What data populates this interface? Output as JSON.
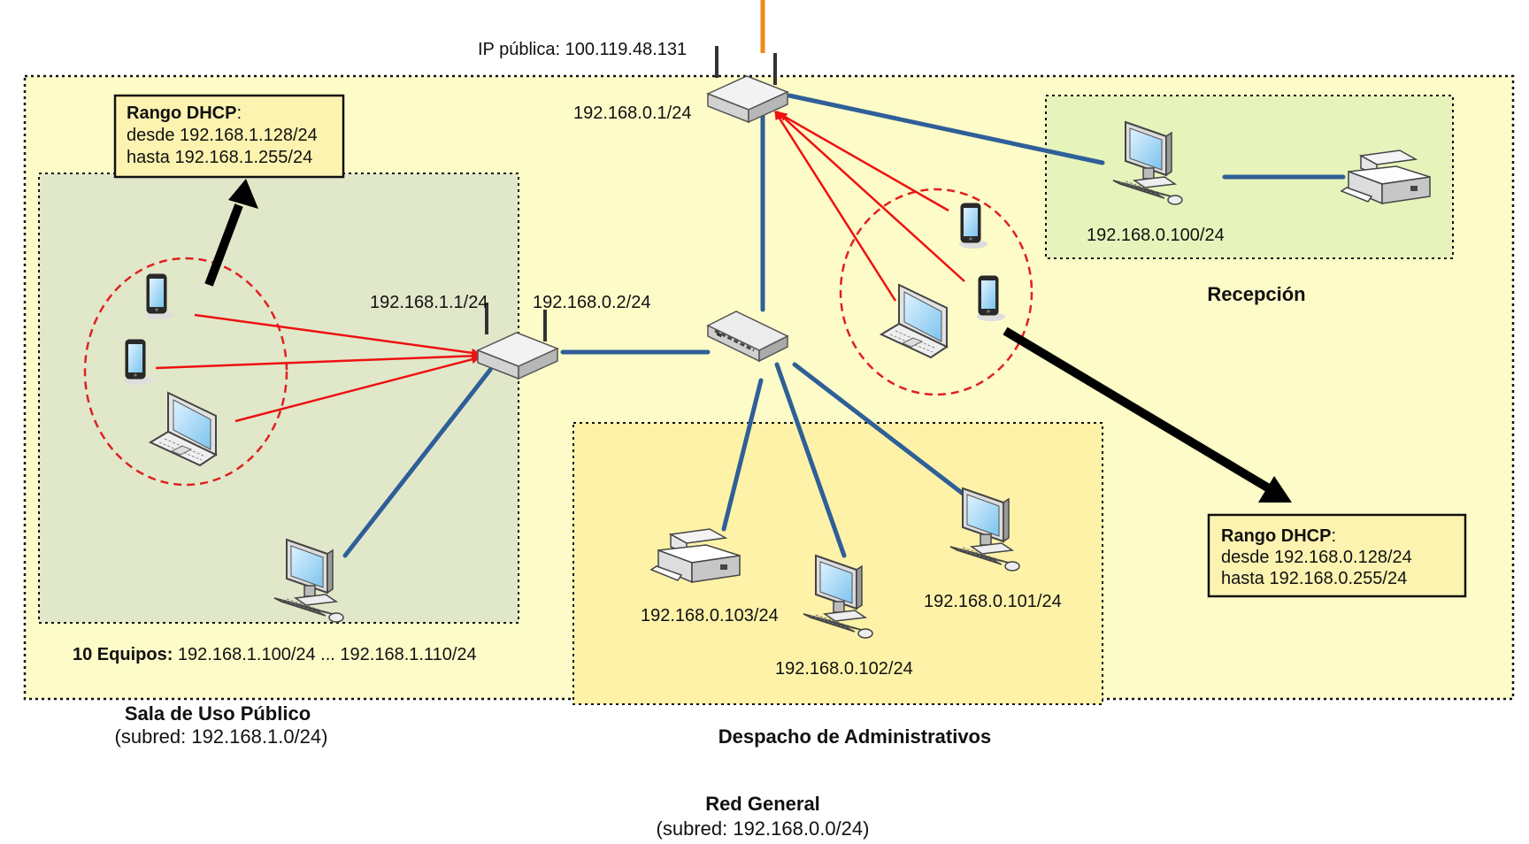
{
  "general": {
    "title": "Red General",
    "subnet": "(subred: 192.168.0.0/24)"
  },
  "main_router": {
    "public_ip": "IP pública: 100.119.48.131",
    "lan_ip": "192.168.0.1/24"
  },
  "public_room": {
    "title": "Sala de Uso Público",
    "subnet": "(subred: 192.168.1.0/24)",
    "router_lan_ip": "192.168.1.1/24",
    "router_wan_ip": "192.168.0.2/24",
    "equipment_prefix": "10 Equipos:",
    "equipment_range": " 192.168.1.100/24 ... 192.168.1.110/24",
    "dhcp": {
      "title": "Rango DHCP",
      "colon": ":",
      "from": "desde 192.168.1.128/24",
      "to": "hasta 192.168.1.255/24"
    }
  },
  "admin": {
    "title": "Despacho de Administrativos",
    "printer_ip": "192.168.0.103/24",
    "pc2_ip": "192.168.0.102/24",
    "pc1_ip": "192.168.0.101/24"
  },
  "reception": {
    "title": "Recepción",
    "pc_ip": "192.168.0.100/24"
  },
  "general_dhcp": {
    "title": "Rango DHCP",
    "colon": ":",
    "from": "desde 192.168.0.128/24",
    "to": "hasta 192.168.0.255/24"
  },
  "colors": {
    "general_zone": "#fdfbc8",
    "public_zone": "#e1e8ca",
    "admin_zone": "#fdf2a8",
    "reception_zone": "#e6f3bb",
    "dhcp_box": "#fdf3b0",
    "cable": "#2e5f98",
    "wifi": "#ee1111",
    "uplink": "#f28a1a"
  }
}
